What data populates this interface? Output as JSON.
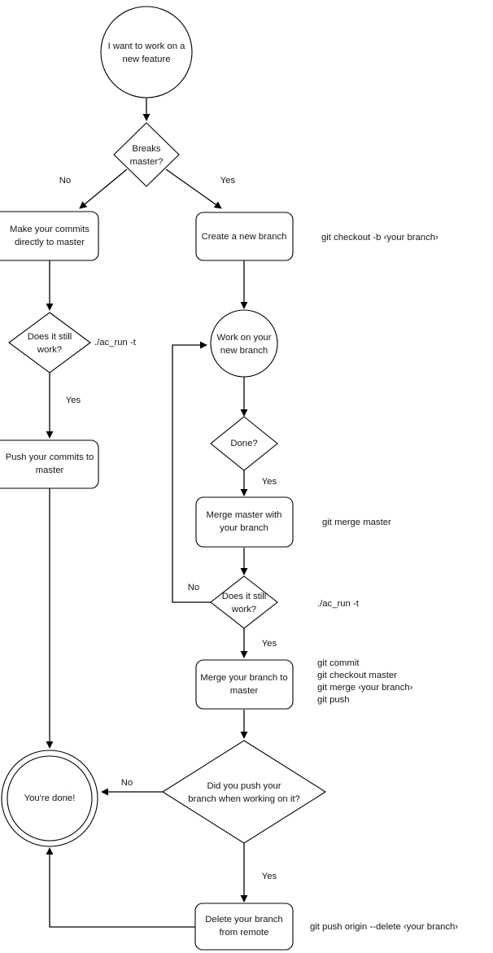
{
  "diagram": {
    "title": "Git branching workflow flowchart",
    "stroke_color": "#000000",
    "fill_color": "#ffffff",
    "text_color": "#12161c"
  },
  "nodes": {
    "start": {
      "label_line1": "I want to work on a",
      "label_line2": "new feature",
      "shape": "circle"
    },
    "breaks_master": {
      "label_line1": "Breaks",
      "label_line2": "master?",
      "shape": "diamond"
    },
    "make_commits": {
      "label_line1": "Make your commits",
      "label_line2": "directly to master",
      "shape": "rounded-rect"
    },
    "create_branch": {
      "label_line1": "Create a new branch",
      "label_line2": "",
      "shape": "rounded-rect"
    },
    "left_still_work": {
      "label_line1": "Does it still",
      "label_line2": "work?",
      "shape": "diamond"
    },
    "push_commits": {
      "label_line1": "Push your commits to",
      "label_line2": "master",
      "shape": "rounded-rect"
    },
    "work_branch": {
      "label_line1": "Work on your",
      "label_line2": "new branch",
      "shape": "circle"
    },
    "done_q": {
      "label_line1": "Done?",
      "label_line2": "",
      "shape": "diamond"
    },
    "merge_master": {
      "label_line1": "Merge master with",
      "label_line2": "your branch",
      "shape": "rounded-rect"
    },
    "mid_still_work": {
      "label_line1": "Does it still",
      "label_line2": "work?",
      "shape": "diamond"
    },
    "merge_branch": {
      "label_line1": "Merge your branch to",
      "label_line2": "master",
      "shape": "rounded-rect"
    },
    "did_push": {
      "label_line1": "Did you push your",
      "label_line2": "branch when working on it?",
      "shape": "diamond"
    },
    "delete_branch": {
      "label_line1": "Delete your branch",
      "label_line2": "from remote",
      "shape": "rounded-rect"
    },
    "end": {
      "label_line1": "You're done!",
      "label_line2": "",
      "shape": "double-circle"
    }
  },
  "edge_labels": {
    "breaks_no": "No",
    "breaks_yes": "Yes",
    "left_work_yes": "Yes",
    "done_yes": "Yes",
    "mid_work_no": "No",
    "mid_work_yes": "Yes",
    "did_push_no": "No",
    "did_push_yes": "Yes"
  },
  "commands": {
    "checkout_b": "git checkout -b ‹your branch›",
    "ac_run_left": "./ac_run -t",
    "merge_master": "git merge master",
    "ac_run_mid": "./ac_run -t",
    "merge_block_1": "git commit",
    "merge_block_2": "git checkout master",
    "merge_block_3": "git merge ‹your branch›",
    "merge_block_4": "git push",
    "push_origin_delete": "git push origin --delete ‹your branch›"
  }
}
